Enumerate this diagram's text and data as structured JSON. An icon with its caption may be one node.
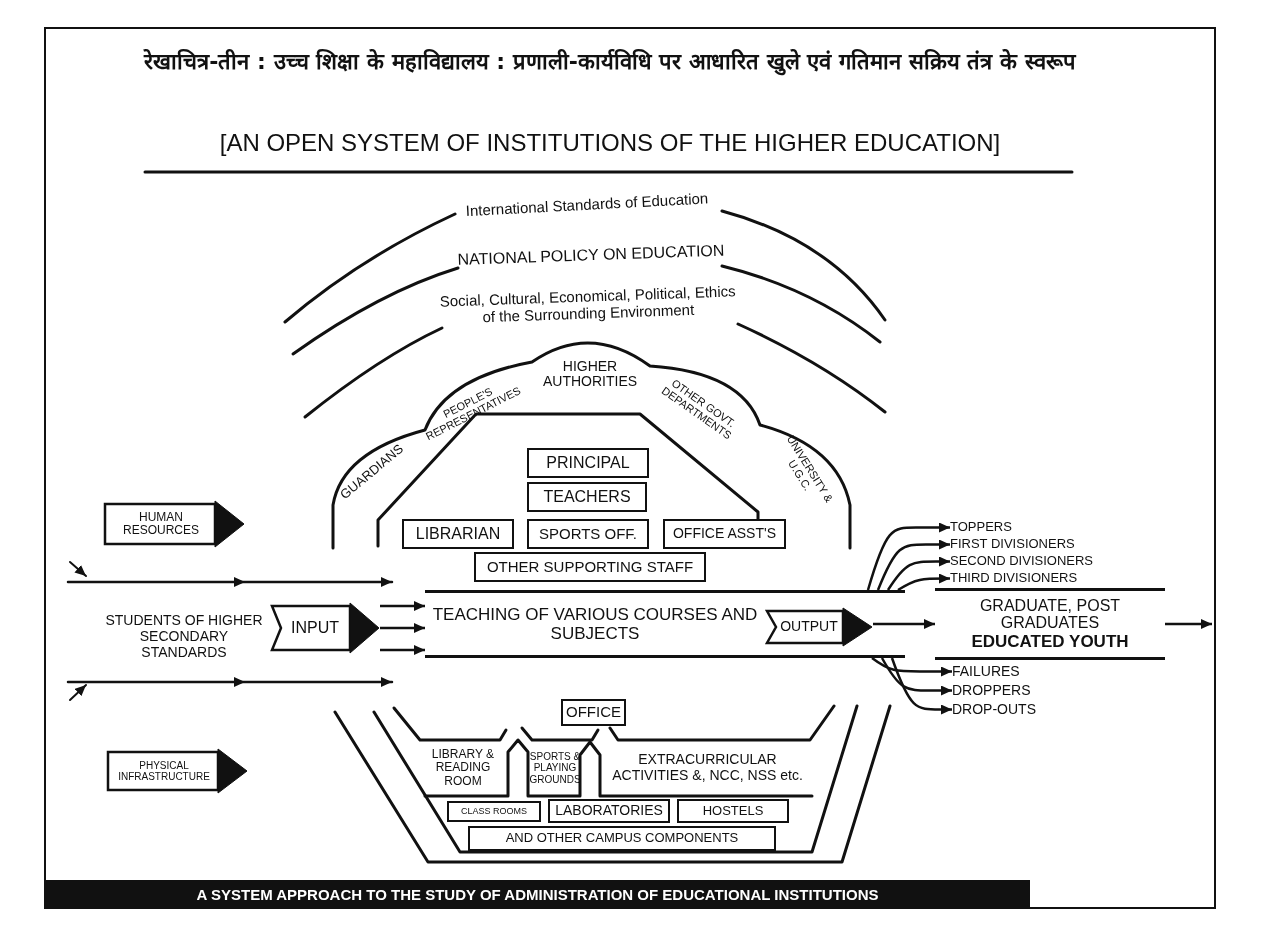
{
  "diagram": {
    "title": "रेखाचित्र-तीन : उच्च शिक्षा के महाविद्यालय : प्रणाली-कार्यविधि पर आधारित खुले एवं गतिमान सक्रिय तंत्र के स्वरूप",
    "caption": "A SYSTEM APPROACH TO THE STUDY OF ADMINISTRATION OF EDUCATIONAL INSTITUTIONS",
    "nodes": [
      {
        "text": [
          "HUMAN RESOURCES"
        ]
      },
      {
        "text": [
          "STUDENTS OF HIGHER SECONDARY STANDARDS"
        ]
      },
      {
        "text": [
          "INPUT"
        ]
      },
      {
        "text": [
          "TEACHING OF VARIOUS COURSES AND SUBJECTS"
        ]
      },
      {
        "text": [
          "OUTPUT"
        ],
        "in": 3
      },
      {
        "text": [
          "GRADUATE, POST GRADUATES",
          "EDUCATED YOUTH"
        ]
      },
      {
        "text": [
          "TOPPERS"
        ]
      },
      {
        "text": [
          "FIRST DIVISIONERS"
        ]
      },
      {
        "text": [
          "SECOND DIVISIONERS"
        ]
      },
      {
        "text": [
          "THIRD DIVISIONERS"
        ]
      },
      {
        "text": [
          "FAILURES"
        ]
      },
      {
        "text": [
          "DROPPERS"
        ]
      },
      {
        "text": [
          "DROP-OUTS"
        ]
      },
      {
        "text": [
          "PRINCIPAL"
        ]
      },
      {
        "text": [
          "TEACHERS"
        ]
      },
      {
        "text": [
          "LIBRARIAN"
        ]
      },
      {
        "text": [
          "SPORTS OFF."
        ]
      },
      {
        "text": [
          "OFFICE ASST'S"
        ]
      },
      {
        "text": [
          "OTHER SUPPORTING STAFF"
        ]
      },
      {
        "text": [
          "OFFICE"
        ]
      },
      {
        "text": [
          "LIBRARY & READING ROOM"
        ]
      },
      {
        "text": [
          "SPORTS & PLAYING GROUNDS"
        ]
      },
      {
        "text": [
          "EXTRACURRICULAR ACTIVITIES &, NCC, NSS etc."
        ]
      },
      {
        "text": [
          "CLASS ROOMS"
        ]
      },
      {
        "text": [
          "LABORATORIES"
        ]
      },
      {
        "text": [
          "HOSTELS"
        ]
      },
      {
        "text": [
          "AND OTHER CAMPUS COMPONENTS"
        ]
      },
      {
        "text": [
          "PHYSICAL INFRASTRUCTURE"
        ]
      }
    ],
    "edges": [
      {
        "from": 2,
        "to": 3,
        "arrow": "to"
      },
      {
        "from": 2,
        "to": 3,
        "arrow": "to"
      },
      {
        "from": 2,
        "to": 3,
        "arrow": "to"
      },
      {
        "from": 3,
        "to": 6,
        "arrow": "to"
      },
      {
        "from": 3,
        "to": 7,
        "arrow": "to"
      },
      {
        "from": 3,
        "to": 8,
        "arrow": "to"
      },
      {
        "from": 3,
        "to": 9,
        "arrow": "to"
      },
      {
        "from": 3,
        "to": 10,
        "arrow": "to"
      },
      {
        "from": 3,
        "to": 11,
        "arrow": "to"
      },
      {
        "from": 3,
        "to": 12,
        "arrow": "to"
      },
      {
        "from": 4,
        "to": 5,
        "arrow": "to"
      },
      {
        "from": 5,
        "to": null,
        "arrow": "to"
      }
    ],
    "labels": [
      "[AN OPEN SYSTEM OF INSTITUTIONS OF THE HIGHER EDUCATION]",
      "International Standards of Education",
      "NATIONAL POLICY ON EDUCATION",
      "Social, Cultural, Economical, Political, Ethics of the Surrounding Environment",
      "GUARDIANS",
      "PEOPLE'S REPRESENTATIVES",
      "HIGHER AUTHORITIES",
      "OTHER GOVT. DEPARTMENTS",
      "UNIVERSITY & U.G.C."
    ]
  }
}
